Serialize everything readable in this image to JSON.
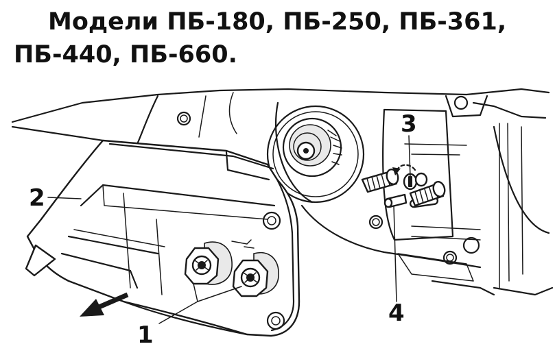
{
  "title": {
    "line1": "Модели  ПБ-180,  ПБ-250,  ПБ-361,",
    "line2": "ПБ-440, ПБ-660."
  },
  "callouts": [
    {
      "id": "1",
      "label": "1"
    },
    {
      "id": "2",
      "label": "2"
    },
    {
      "id": "3",
      "label": "3"
    },
    {
      "id": "4",
      "label": "4"
    }
  ],
  "colors": {
    "ink": "#1a1a1a",
    "paper": "#ffffff"
  }
}
